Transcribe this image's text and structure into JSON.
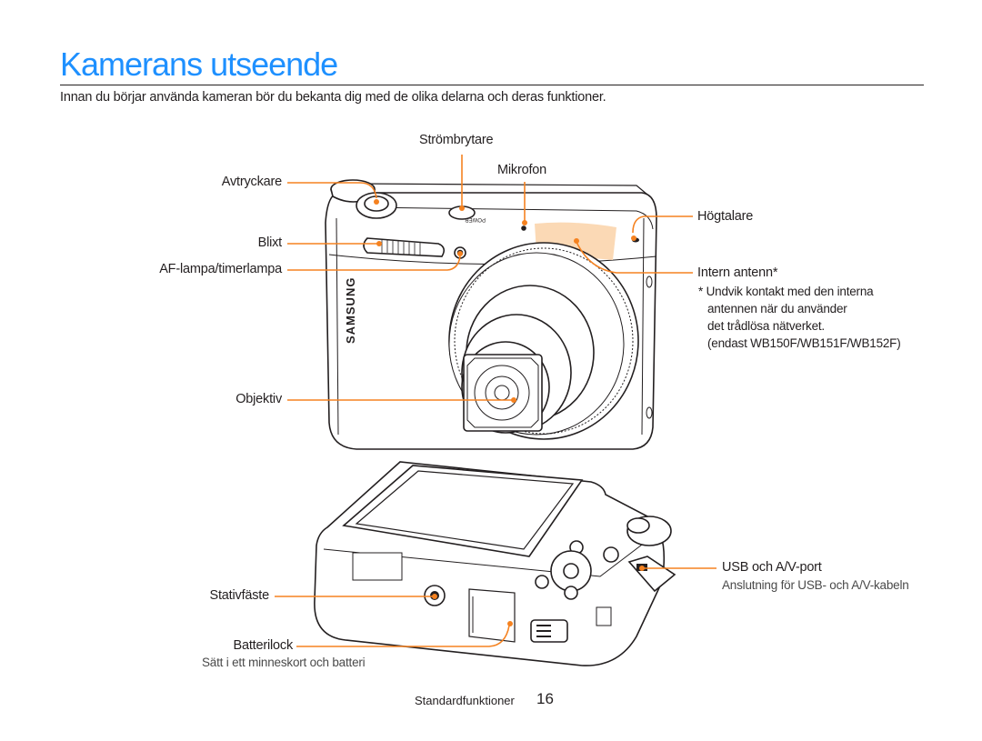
{
  "page": {
    "title": "Kamerans utseende",
    "intro": "Innan du börjar använda kameran bör du bekanta dig med de olika delarna och deras funktioner."
  },
  "front_view": {
    "labels": {
      "power": "Strömbrytare",
      "microphone": "Mikrofon",
      "shutter": "Avtryckare",
      "speaker": "Högtalare",
      "flash": "Blixt",
      "af_lamp": "AF-lampa/timerlampa",
      "antenna": "Intern antenn*",
      "lens": "Objektiv"
    },
    "antenna_note": [
      "* Undvik kontakt med den interna",
      "antennen när du använder",
      "det trådlösa nätverket.",
      "(endast WB150F/WB151F/WB152F)"
    ],
    "brand": "SAMSUNG",
    "power_button_text": "POWER"
  },
  "bottom_view": {
    "labels": {
      "usb": "USB och A/V-port",
      "usb_sub": "Anslutning för USB- och A/V-kabeln",
      "tripod": "Stativfäste",
      "battery": "Batterilock",
      "battery_sub": "Sätt i ett minneskort och batteri"
    }
  },
  "footer": {
    "section": "Standardfunktioner",
    "page_number": "16"
  },
  "colors": {
    "title": "#1e90ff",
    "callout": "#f58220",
    "antenna_zone": "#fbd9b5",
    "outline": "#231f20"
  }
}
